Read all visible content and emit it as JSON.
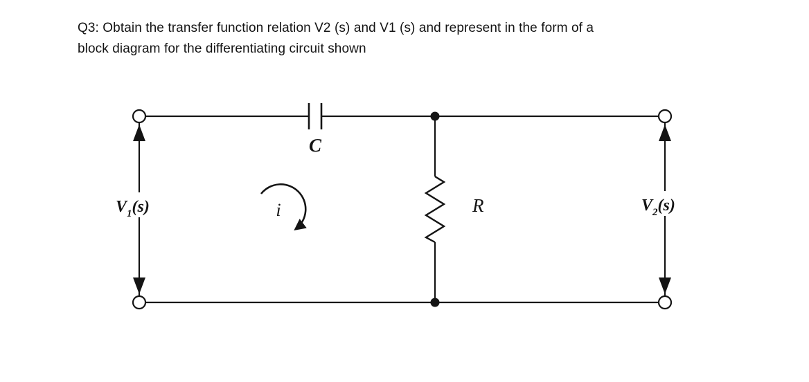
{
  "question": {
    "line1": "Q3: Obtain the transfer function relation V2 (s) and V1 (s) and represent in the form of a",
    "line2": "block diagram for the differentiating circuit shown"
  },
  "circuit": {
    "labels": {
      "capacitor": "C",
      "resistor": "R",
      "current": "i",
      "v1": {
        "base": "V",
        "sub": "1",
        "arg": "(s)"
      },
      "v2": {
        "base": "V",
        "sub": "2",
        "arg": "(s)"
      }
    },
    "colors": {
      "line": "#141414",
      "background": "#ffffff"
    }
  }
}
